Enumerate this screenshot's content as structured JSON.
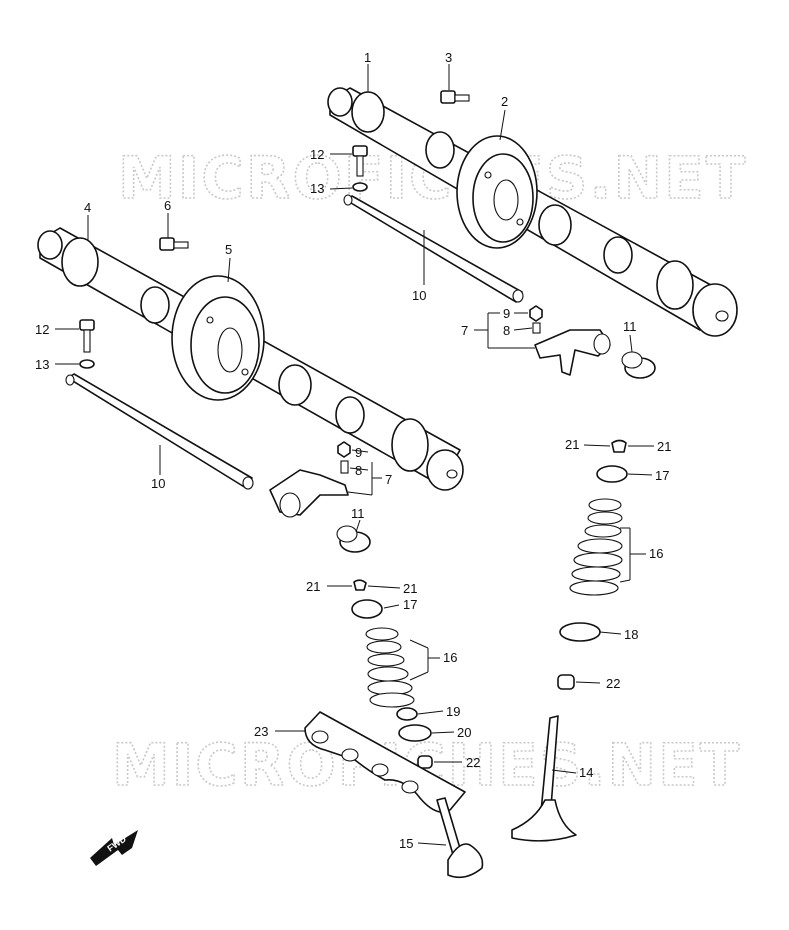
{
  "watermark": "MICROFICHES.NET",
  "fwd_label": "FWD",
  "callouts": {
    "n1": "1",
    "n2": "2",
    "n3": "3",
    "n4": "4",
    "n5": "5",
    "n6": "6",
    "n7a": "7",
    "n7b": "7",
    "n8a": "8",
    "n8b": "8",
    "n9a": "9",
    "n9b": "9",
    "n10a": "10",
    "n10b": "10",
    "n11a": "11",
    "n11b": "11",
    "n12a": "12",
    "n12b": "12",
    "n13a": "13",
    "n13b": "13",
    "n14": "14",
    "n15": "15",
    "n16a": "16",
    "n16b": "16",
    "n17a": "17",
    "n17b": "17",
    "n18": "18",
    "n19": "19",
    "n20": "20",
    "n21a": "21",
    "n21b": "21",
    "n21c": "21",
    "n21d": "21",
    "n22a": "22",
    "n22b": "22",
    "n23": "23"
  }
}
